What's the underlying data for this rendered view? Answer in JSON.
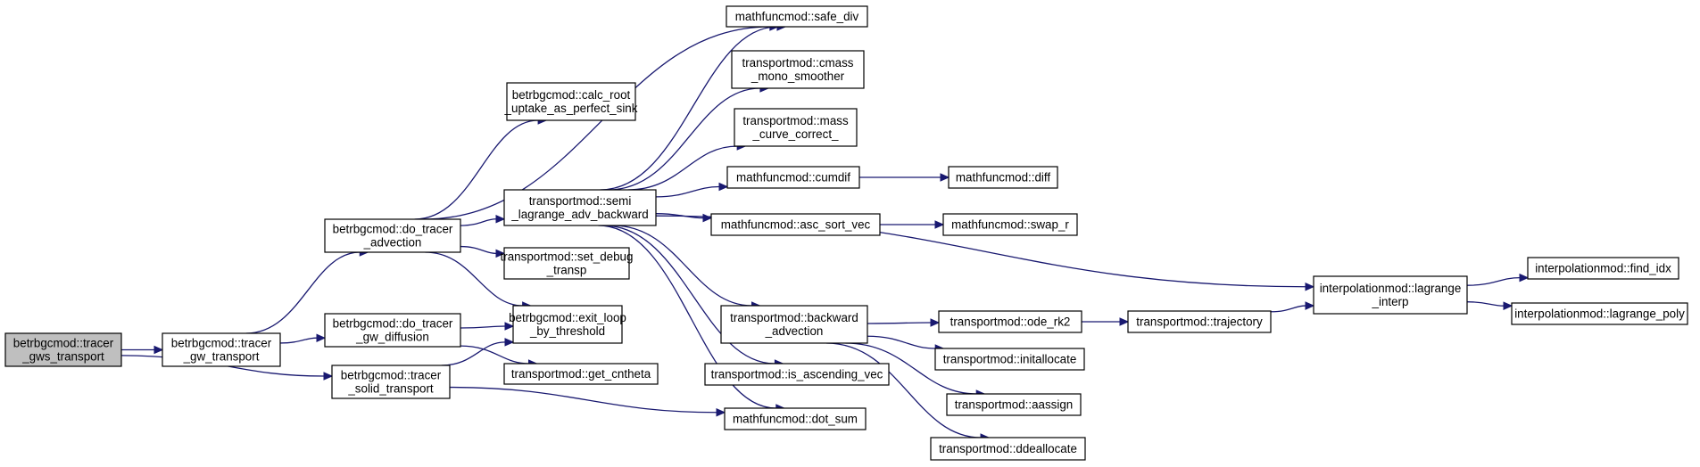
{
  "nodes": {
    "root": [
      "betrbgcmod::tracer",
      "_gws_transport"
    ],
    "gw": [
      "betrbgcmod::tracer",
      "_gw_transport"
    ],
    "solid": [
      "betrbgcmod::tracer",
      "_solid_transport"
    ],
    "adv": [
      "betrbgcmod::do_tracer",
      "_advection"
    ],
    "diff": [
      "betrbgcmod::do_tracer",
      "_gw_diffusion"
    ],
    "calcroot": [
      "betrbgcmod::calc_root",
      "_uptake_as_perfect_sink"
    ],
    "exitloop": [
      "betrbgcmod::exit_loop",
      "_by_threshold"
    ],
    "semi": [
      "transportmod::semi",
      "_lagrange_adv_backward"
    ],
    "setdebug": [
      "transportmod::set_debug",
      "_transp"
    ],
    "getcnt": [
      "transportmod::get_cntheta"
    ],
    "safediv": [
      "mathfuncmod::safe_div"
    ],
    "cmass": [
      "transportmod::cmass",
      "_mono_smoother"
    ],
    "masscurve": [
      "transportmod::mass",
      "_curve_correct_"
    ],
    "cumdif": [
      "mathfuncmod::cumdif"
    ],
    "diffn": [
      "mathfuncmod::diff"
    ],
    "ascsort": [
      "mathfuncmod::asc_sort_vec"
    ],
    "swapr": [
      "mathfuncmod::swap_r"
    ],
    "backadv": [
      "transportmod::backward",
      "_advection"
    ],
    "isasc": [
      "transportmod::is_ascending_vec"
    ],
    "dotsum": [
      "mathfuncmod::dot_sum"
    ],
    "oderk2": [
      "transportmod::ode_rk2"
    ],
    "trajectory": [
      "transportmod::trajectory"
    ],
    "initalloc": [
      "transportmod::initallocate"
    ],
    "aassign": [
      "transportmod::aassign"
    ],
    "ddealloc": [
      "transportmod::ddeallocate"
    ],
    "lagrange": [
      "interpolationmod::lagrange",
      "_interp"
    ],
    "findidx": [
      "interpolationmod::find_idx"
    ],
    "lagpoly": [
      "interpolationmod::lagrange_poly"
    ]
  },
  "edges": [
    [
      "root",
      "gw"
    ],
    [
      "root",
      "solid"
    ],
    [
      "gw",
      "adv"
    ],
    [
      "gw",
      "diff"
    ],
    [
      "adv",
      "calcroot"
    ],
    [
      "adv",
      "safediv"
    ],
    [
      "adv",
      "semi"
    ],
    [
      "adv",
      "setdebug"
    ],
    [
      "adv",
      "exitloop"
    ],
    [
      "diff",
      "exitloop"
    ],
    [
      "diff",
      "getcnt"
    ],
    [
      "solid",
      "exitloop"
    ],
    [
      "solid",
      "dotsum"
    ],
    [
      "semi",
      "safediv"
    ],
    [
      "semi",
      "cmass"
    ],
    [
      "semi",
      "masscurve"
    ],
    [
      "semi",
      "cumdif"
    ],
    [
      "semi",
      "ascsort"
    ],
    [
      "semi",
      "lagrange"
    ],
    [
      "semi",
      "backadv"
    ],
    [
      "semi",
      "isasc"
    ],
    [
      "semi",
      "dotsum"
    ],
    [
      "cumdif",
      "diffn"
    ],
    [
      "ascsort",
      "swapr"
    ],
    [
      "backadv",
      "oderk2"
    ],
    [
      "backadv",
      "initalloc"
    ],
    [
      "backadv",
      "aassign"
    ],
    [
      "backadv",
      "ddealloc"
    ],
    [
      "oderk2",
      "trajectory"
    ],
    [
      "trajectory",
      "lagrange"
    ],
    [
      "lagrange",
      "findidx"
    ],
    [
      "lagrange",
      "lagpoly"
    ]
  ],
  "colors": {
    "edge": "#191970",
    "root_fill": "#bfbfbf",
    "node_fill": "#ffffff",
    "border": "#000000"
  }
}
